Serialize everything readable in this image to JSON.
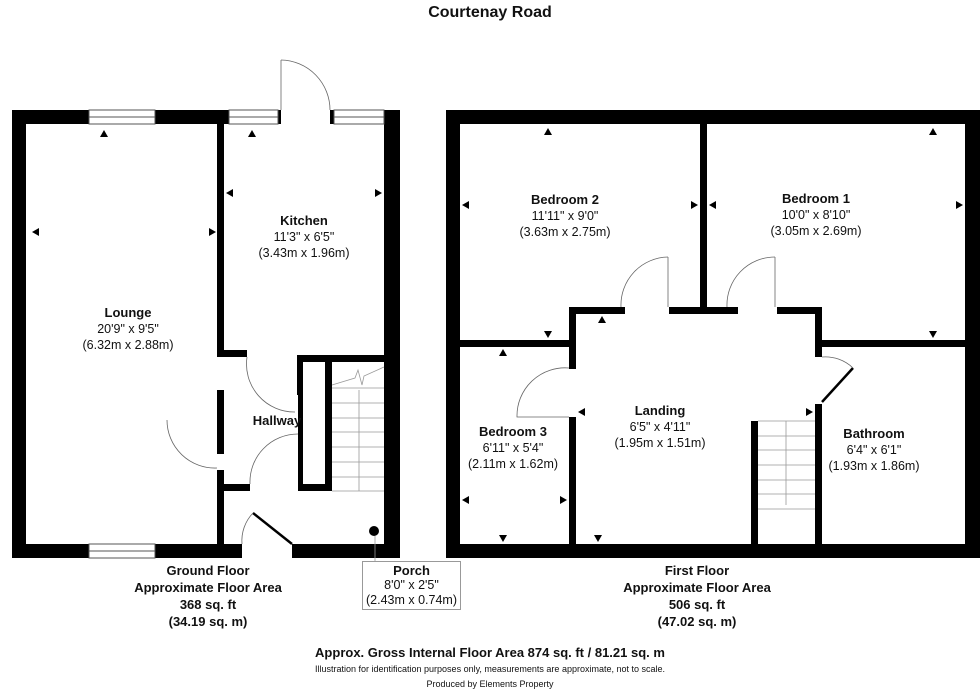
{
  "title": "Courtenay Road",
  "ground_floor": {
    "rooms": [
      {
        "name": "Lounge",
        "imperial": "20'9\" x 9'5\"",
        "metric": "(6.32m x 2.88m)"
      },
      {
        "name": "Kitchen",
        "imperial": "11'3\" x 6'5\"",
        "metric": "(3.43m x 1.96m)"
      },
      {
        "name": "Hallway"
      }
    ],
    "porch": {
      "name": "Porch",
      "imperial": "8'0\" x 2'5\"",
      "metric": "(2.43m x 0.74m)"
    },
    "label": "Ground Floor",
    "area_label": "Approximate Floor Area",
    "area_sqft": "368 sq. ft",
    "area_sqm": "(34.19 sq. m)"
  },
  "first_floor": {
    "rooms": [
      {
        "name": "Bedroom 2",
        "imperial": "11'11\" x 9'0\"",
        "metric": "(3.63m x 2.75m)"
      },
      {
        "name": "Bedroom 1",
        "imperial": "10'0\" x 8'10\"",
        "metric": "(3.05m x 2.69m)"
      },
      {
        "name": "Bedroom 3",
        "imperial": "6'11\" x 5'4\"",
        "metric": "(2.11m x 1.62m)"
      },
      {
        "name": "Landing",
        "imperial": "6'5\" x 4'11\"",
        "metric": "(1.95m x 1.51m)"
      },
      {
        "name": "Bathroom",
        "imperial": "6'4\" x 6'1\"",
        "metric": "(1.93m x 1.86m)"
      }
    ],
    "label": "First Floor",
    "area_label": "Approximate Floor Area",
    "area_sqft": "506 sq. ft",
    "area_sqm": "(47.02 sq. m)"
  },
  "footer": {
    "gross_area": "Approx. Gross Internal Floor Area 874 sq. ft / 81.21 sq. m",
    "disclaimer": "Illustration for identification purposes only, measurements are approximate, not to scale.",
    "producer": "Produced by Elements Property"
  }
}
